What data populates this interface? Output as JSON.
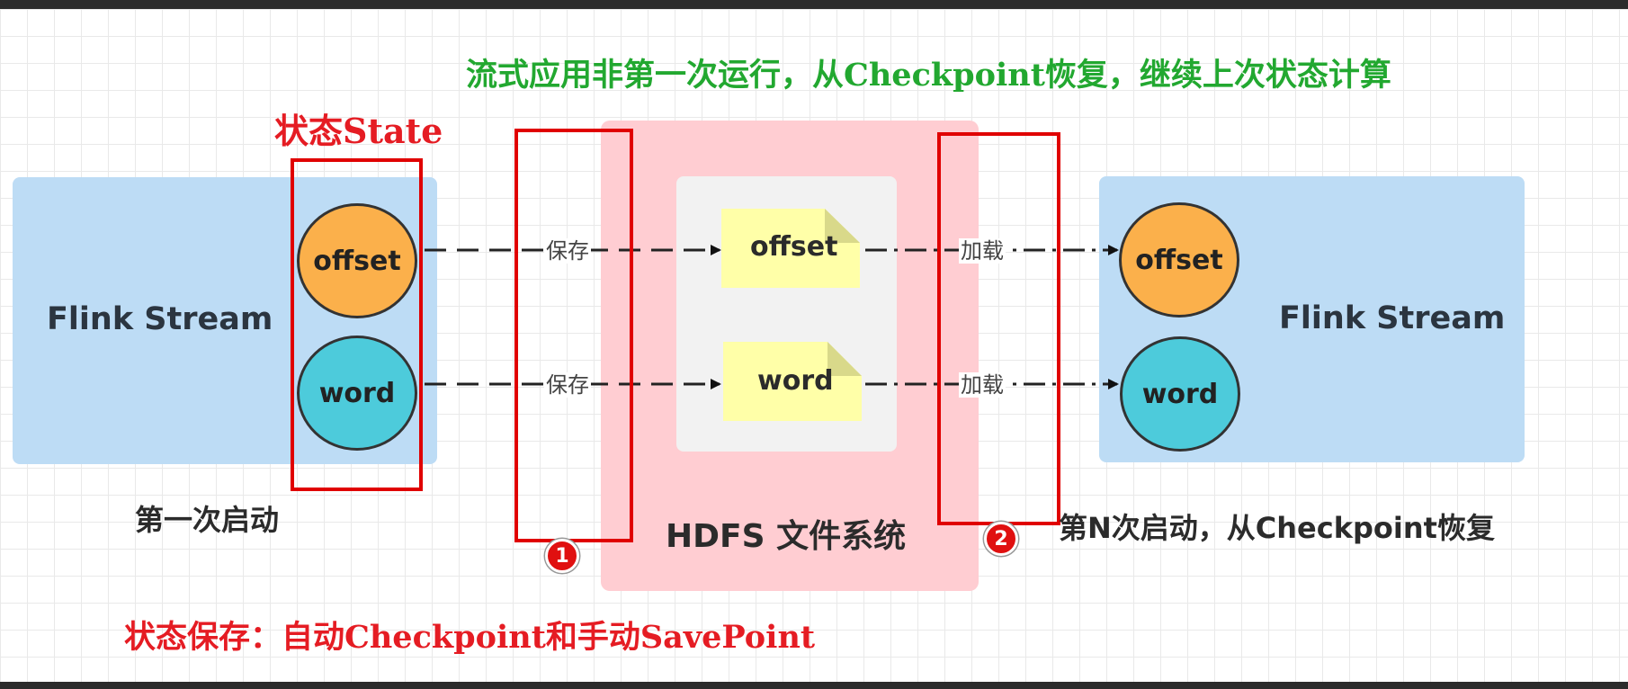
{
  "title_top": "流式应用非第一次运行，从Checkpoint恢复，继续上次状态计算",
  "title_state": "状态State",
  "title_bottom": "状态保存：自动Checkpoint和手动SavePoint",
  "left": {
    "label": "Flink Stream",
    "caption": "第一次启动",
    "offset": "offset",
    "word": "word"
  },
  "right": {
    "label": "Flink Stream",
    "caption": "第N次启动，从Checkpoint恢复",
    "offset": "offset",
    "word": "word"
  },
  "hdfs": {
    "label": "HDFS 文件系统",
    "offset_file": "offset",
    "word_file": "word"
  },
  "edges": {
    "save_top": "保存",
    "save_bottom": "保存",
    "load_top": "加载",
    "load_bottom": "加载"
  },
  "badges": {
    "one": "1",
    "two": "2"
  },
  "colors": {
    "green_title": "#22a830",
    "red_title": "#e51c23",
    "panel_blue": "#bddcf5",
    "panel_pink": "#ffcdd2",
    "offset_fill": "#fbb04b",
    "word_fill": "#4dcbdb",
    "file_fill": "#ffffa8"
  }
}
